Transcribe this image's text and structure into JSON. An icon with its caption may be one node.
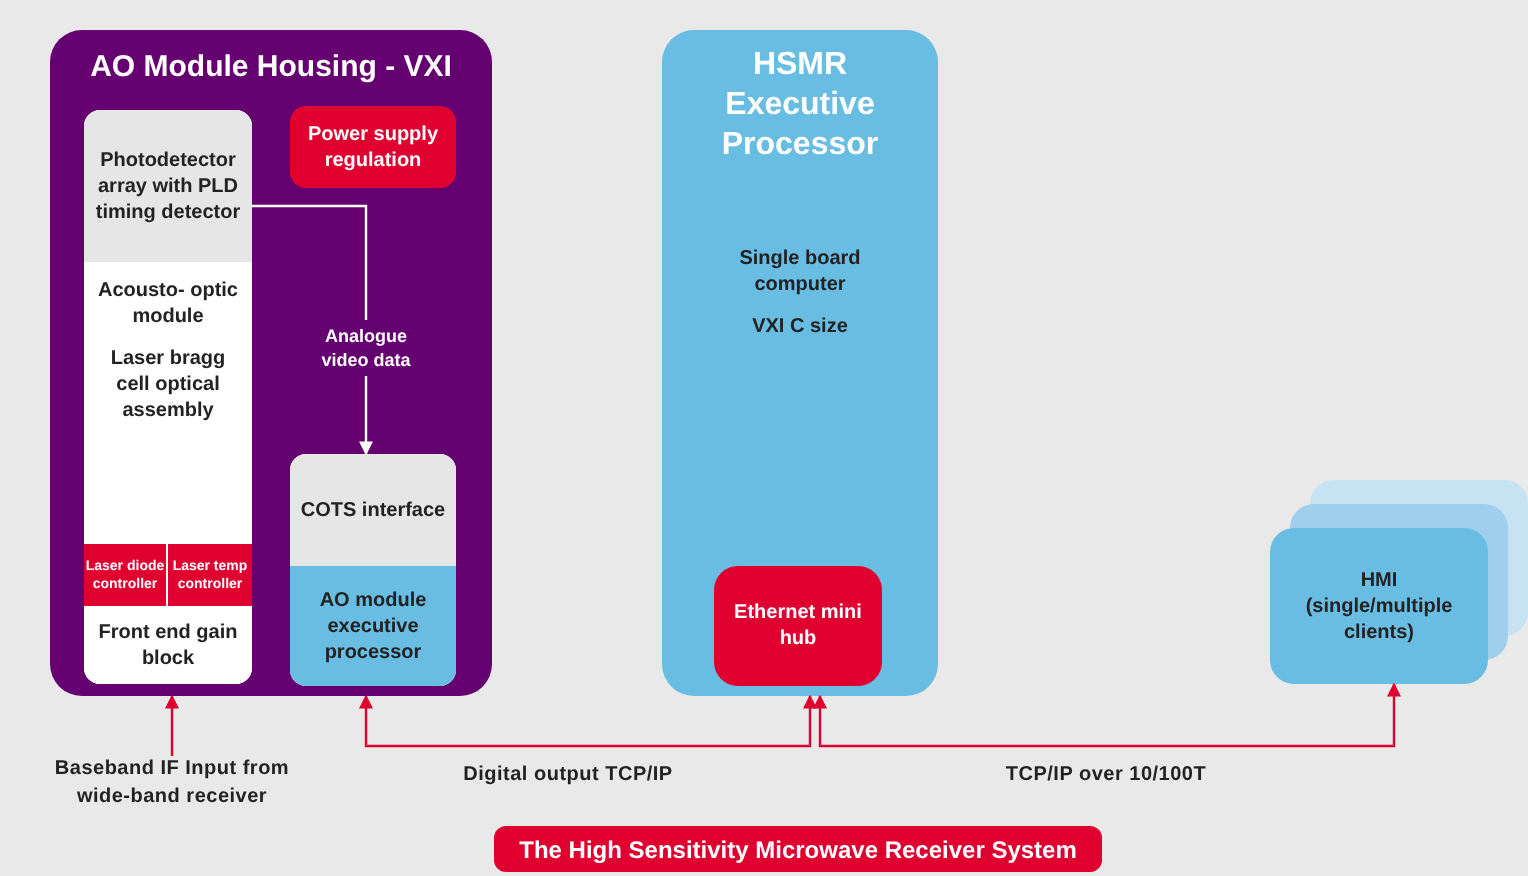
{
  "diagram": {
    "caption": "The High Sensitivity Microwave Receiver System",
    "nodes": [
      {
        "text": [
          "AO Module Housing - VXI"
        ]
      },
      {
        "text": [],
        "shape": "box",
        "in": 0
      },
      {
        "text": [
          "Photodetector array with PLD timing detector"
        ],
        "in": 1
      },
      {
        "text": [
          "Acousto- optic module",
          "Laser bragg cell optical assembly"
        ],
        "in": 1
      },
      {
        "text": [
          "Laser diode controller"
        ],
        "in": 1
      },
      {
        "text": [
          "Laser temp controller"
        ],
        "in": 1
      },
      {
        "text": [
          "Front end gain block"
        ],
        "in": 1
      },
      {
        "text": [
          "Power supply regulation"
        ],
        "in": 0
      },
      {
        "text": [],
        "shape": "box",
        "in": 0
      },
      {
        "text": [
          "COTS interface"
        ],
        "in": 8
      },
      {
        "text": [
          "AO module executive processor"
        ],
        "in": 8
      },
      {
        "text": [
          "HSMR Executive Processor",
          "Single board computer",
          "VXI C size"
        ]
      },
      {
        "text": [
          "Ethernet mini hub"
        ],
        "in": 11
      },
      {
        "text": [
          "HMI (single/multiple clients)"
        ]
      },
      {
        "text": [
          "Baseband IF Input from wide-band receiver"
        ]
      }
    ],
    "edges": [
      {
        "from": 2,
        "to": 9,
        "arrow": "to",
        "label": "Analogue video data",
        "color": "#ffffff"
      },
      {
        "from": 0,
        "to": 11,
        "arrow": "both",
        "label": "Digital output TCP/IP"
      },
      {
        "from": 11,
        "to": 13,
        "arrow": "both",
        "label": "TCP/IP over 10/100T"
      },
      {
        "from": 14,
        "to": 0,
        "arrow": "to"
      }
    ]
  }
}
